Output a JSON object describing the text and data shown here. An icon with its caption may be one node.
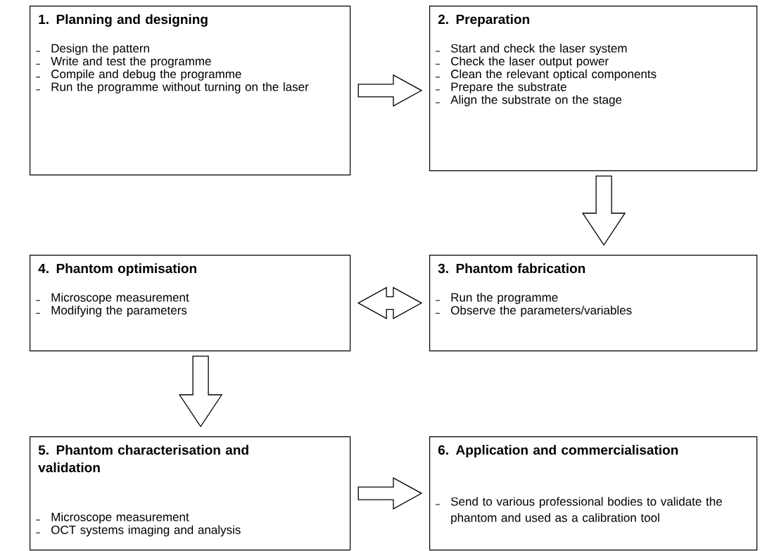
{
  "diagram": {
    "nodes": [
      {
        "text": [
          "1. Planning and designing",
          "Design the pattern",
          "Write and test the programme",
          "Compile and debug the programme",
          "Run the programme without turning on the laser"
        ]
      },
      {
        "text": [
          "2.  Preparation",
          "Start and check the laser system",
          "Check the laser output power",
          "Clean the relevant optical components",
          "Prepare the substrate",
          "Align the substrate on the stage"
        ]
      },
      {
        "text": [
          "4. Phantom optimisation",
          "Microscope measurement",
          "Modifying the parameters"
        ]
      },
      {
        "text": [
          "3. Phantom fabrication",
          "Run the programme",
          "Observe the parameters/variables"
        ]
      },
      {
        "text": [
          "5. Phantom characterisation and validation",
          "Microscope measurement",
          "OCT systems imaging and analysis"
        ]
      },
      {
        "text": [
          "6. Application and commercialisation",
          "Send to various professional bodies to validate the phantom and used as a calibration tool"
        ]
      }
    ],
    "edges": [
      {
        "from": 0,
        "to": 1,
        "arrow": "to"
      },
      {
        "from": 1,
        "to": 3,
        "arrow": "to"
      },
      {
        "from": 2,
        "to": 3,
        "arrow": "both"
      },
      {
        "from": 2,
        "to": 4,
        "arrow": "to"
      },
      {
        "from": 4,
        "to": 5,
        "arrow": "to"
      }
    ]
  }
}
